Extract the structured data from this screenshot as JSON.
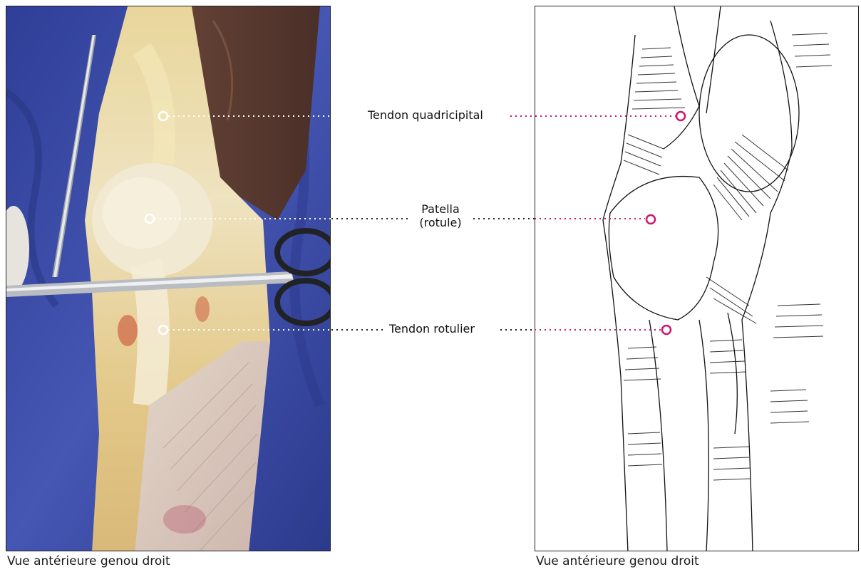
{
  "labels": {
    "quadriceps_tendon": "Tendon quadricipital",
    "patella_line1": "Patella",
    "patella_line2": "(rotule)",
    "patellar_tendon": "Tendon rotulier"
  },
  "captions": {
    "photo": "Vue antérieure genou droit",
    "drawing": "Vue antérieure genou droit"
  },
  "colors": {
    "marker_photo": "#ffffff",
    "marker_drawing": "#d0146e",
    "leader_photo": "#ffffff",
    "leader_drawing": "#d0146e",
    "leader_middle": "#222222",
    "drape_blue": "#3b4fa8"
  }
}
